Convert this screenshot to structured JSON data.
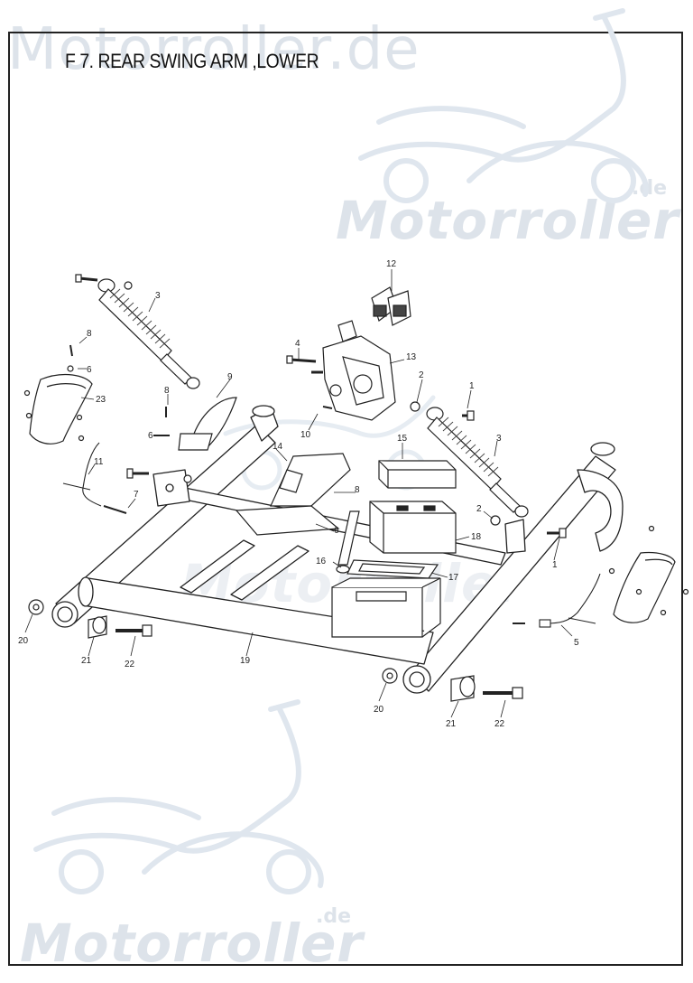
{
  "title": "F 7.  REAR SWING ARM ,LOWER",
  "watermark": {
    "top_text": "Motorroller.de",
    "brand": "Motorroller",
    "suffix": ".de",
    "color": "#dde3ea"
  },
  "callouts": [
    {
      "id": "c1a",
      "label": "1"
    },
    {
      "id": "c1b",
      "label": "1"
    },
    {
      "id": "c2a",
      "label": "2"
    },
    {
      "id": "c2b",
      "label": "2"
    },
    {
      "id": "c3a",
      "label": "3"
    },
    {
      "id": "c3b",
      "label": "3"
    },
    {
      "id": "c4",
      "label": "4"
    },
    {
      "id": "c5",
      "label": "5"
    },
    {
      "id": "c6a",
      "label": "6"
    },
    {
      "id": "c6b",
      "label": "6"
    },
    {
      "id": "c6c",
      "label": "6"
    },
    {
      "id": "c7",
      "label": "7"
    },
    {
      "id": "c8a",
      "label": "8"
    },
    {
      "id": "c8b",
      "label": "8"
    },
    {
      "id": "c8c",
      "label": "8"
    },
    {
      "id": "c9",
      "label": "9"
    },
    {
      "id": "c10",
      "label": "10"
    },
    {
      "id": "c11",
      "label": "11"
    },
    {
      "id": "c12",
      "label": "12"
    },
    {
      "id": "c13",
      "label": "13"
    },
    {
      "id": "c14",
      "label": "14"
    },
    {
      "id": "c15",
      "label": "15"
    },
    {
      "id": "c16",
      "label": "16"
    },
    {
      "id": "c17",
      "label": "17"
    },
    {
      "id": "c18",
      "label": "18"
    },
    {
      "id": "c19",
      "label": "19"
    },
    {
      "id": "c20a",
      "label": "20"
    },
    {
      "id": "c20b",
      "label": "20"
    },
    {
      "id": "c21a",
      "label": "21"
    },
    {
      "id": "c21b",
      "label": "21"
    },
    {
      "id": "c22a",
      "label": "22"
    },
    {
      "id": "c22b",
      "label": "22"
    },
    {
      "id": "c23",
      "label": "23"
    }
  ]
}
